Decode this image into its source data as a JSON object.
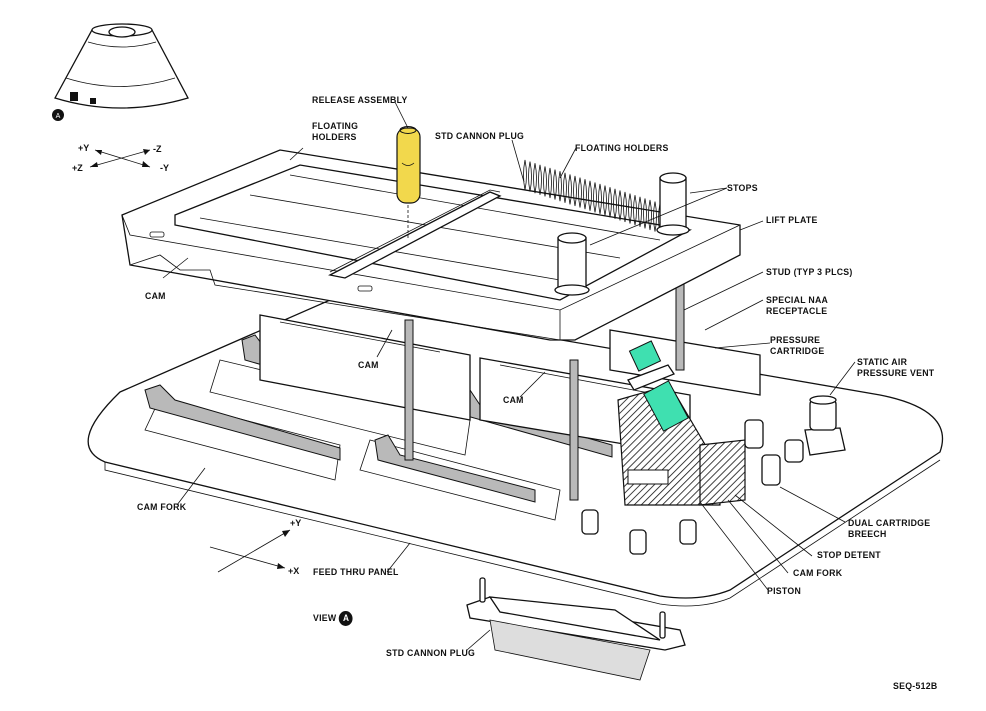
{
  "figure_id": "SEQ-512B",
  "highlight_colors": {
    "release_assembly": "#f2d84c",
    "pressure_cartridge": "#3fe0b0",
    "cam_fork": "#b9b9b9"
  },
  "inset": {
    "view_marker": "A"
  },
  "axes_top": {
    "plus_y": "+Y",
    "minus_z": "-Z",
    "plus_z": "+Z",
    "minus_y": "-Y"
  },
  "axes_bottom": {
    "plus_y": "+Y",
    "plus_x": "+X"
  },
  "view_label": {
    "text": "VIEW",
    "marker": "A"
  },
  "labels": {
    "release_assembly": "RELEASE ASSEMBLY",
    "floating_holders_left": "FLOATING\nHOLDERS",
    "std_cannon_plug_top": "STD CANNON PLUG",
    "floating_holders_right": "FLOATING HOLDERS",
    "stops": "STOPS",
    "lift_plate": "LIFT PLATE",
    "stud": "STUD (TYP 3 PLCS)",
    "special_naa_receptacle": "SPECIAL NAA\nRECEPTACLE",
    "pressure_cartridge": "PRESSURE\nCARTRIDGE",
    "static_air_pressure_vent": "STATIC AIR\nPRESSURE VENT",
    "cam_left": "CAM",
    "cam_middle": "CAM",
    "cam_right": "CAM",
    "cam_fork_left": "CAM FORK",
    "feed_thru_panel": "FEED THRU PANEL",
    "dual_cartridge_breech": "DUAL CARTRIDGE\nBREECH",
    "stop_detent": "STOP DETENT",
    "cam_fork_right": "CAM FORK",
    "piston": "PISTON",
    "std_cannon_plug_bottom": "STD CANNON PLUG"
  }
}
